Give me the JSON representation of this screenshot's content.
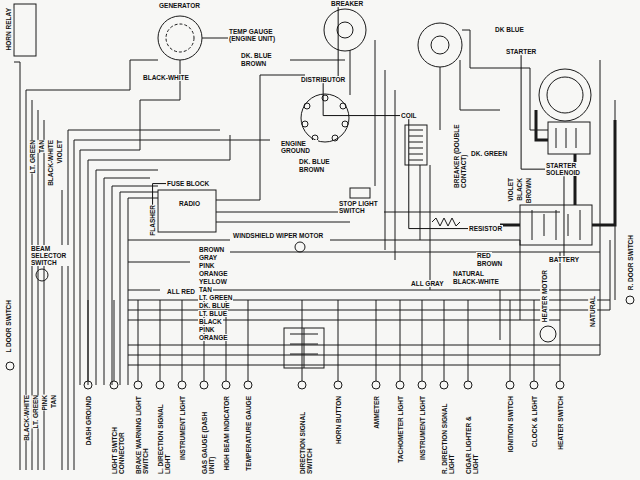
{
  "diagram": {
    "nodes": [
      {
        "text": [
          "HORN RELAY"
        ]
      },
      {
        "text": [
          "GENERATOR"
        ]
      },
      {
        "text": [
          "TEMP GAUGE (ENGINE UNIT)"
        ]
      },
      {
        "text": [
          "BREAKER"
        ]
      },
      {
        "text": [
          "DISTRIBUTOR"
        ]
      },
      {
        "text": [
          "COIL"
        ]
      },
      {
        "text": [
          "BREAKER (DOUBLE CONTACT)"
        ]
      },
      {
        "text": [
          "STARTER"
        ]
      },
      {
        "text": [
          "STARTER SOLENOID"
        ]
      },
      {
        "text": [
          "FUSE BLOCK"
        ]
      },
      {
        "text": [
          "RADIO"
        ]
      },
      {
        "text": [
          "FLASHER"
        ]
      },
      {
        "text": [
          "ENGINE GROUND"
        ]
      },
      {
        "text": [
          "WINDSHIELD WIPER MOTOR"
        ]
      },
      {
        "text": [
          "STOP LIGHT SWITCH"
        ]
      },
      {
        "text": [
          "RESISTOR"
        ]
      },
      {
        "text": [
          "BATTERY"
        ]
      },
      {
        "text": [
          "BEAM SELECTOR SWITCH"
        ]
      },
      {
        "text": [
          "HEATER MOTOR"
        ]
      }
    ],
    "edges": [
      {
        "from": 3,
        "to": 4,
        "arrow": "none"
      },
      {
        "from": 5,
        "to": 4,
        "arrow": "none"
      },
      {
        "from": 15,
        "to": 5,
        "arrow": "none"
      },
      {
        "from": 8,
        "to": 7,
        "arrow": "none"
      },
      {
        "from": 16,
        "to": 8,
        "arrow": "none"
      },
      {
        "from": 9,
        "to": 11,
        "arrow": "none"
      }
    ],
    "labels": [
      "BLACK-WHITE",
      "DK. BLUE",
      "BROWN",
      "DK BLUE",
      "DK. BLUE",
      "BROWN",
      "DK. GREEN",
      "BROWN",
      "GRAY",
      "PINK",
      "ORANGE",
      "YELLOW",
      "TAN",
      "LT. GREEN",
      "DK. BLUE",
      "LT. BLUE",
      "BLACK",
      "PINK",
      "ORANGE",
      "ALL RED",
      "ALL GRAY",
      "RED",
      "BROWN",
      "NATURAL",
      "BLACK-WHITE",
      "VIOLET",
      "BLACK",
      "BROWN",
      "LT. GREEN",
      "TAN",
      "BLACK-WHITE",
      "VIOLET",
      "L DOOR SWITCH",
      "R. DOOR SWITCH",
      "BLACK-WHITE",
      "LT. GREEN",
      "PINK",
      "TAN",
      "NATURAL",
      "DASH GROUND",
      "LIGHT SWITCH CONNECTOR",
      "BRAKE WARNING LIGHT SWITCH",
      "L. DIRECTION SIGNAL LIGHT",
      "INSTRUMENT LIGHT",
      "GAS GAUGE (DASH UNIT)",
      "HIGH BEAM INDICATOR",
      "TEMPERATURE GAUGE",
      "DIRECTION SIGNAL SWITCH",
      "HORN BUTTON",
      "AMMETER",
      "TACHOMETER LIGHT",
      "INSTRUMENT LIGHT",
      "R. DIRECTION SIGNAL LIGHT",
      "CIGAR LIGHTER & LIGHT",
      "IGNITION SWITCH",
      "CLOCK & LIGHT",
      "HEATER SWITCH"
    ]
  }
}
